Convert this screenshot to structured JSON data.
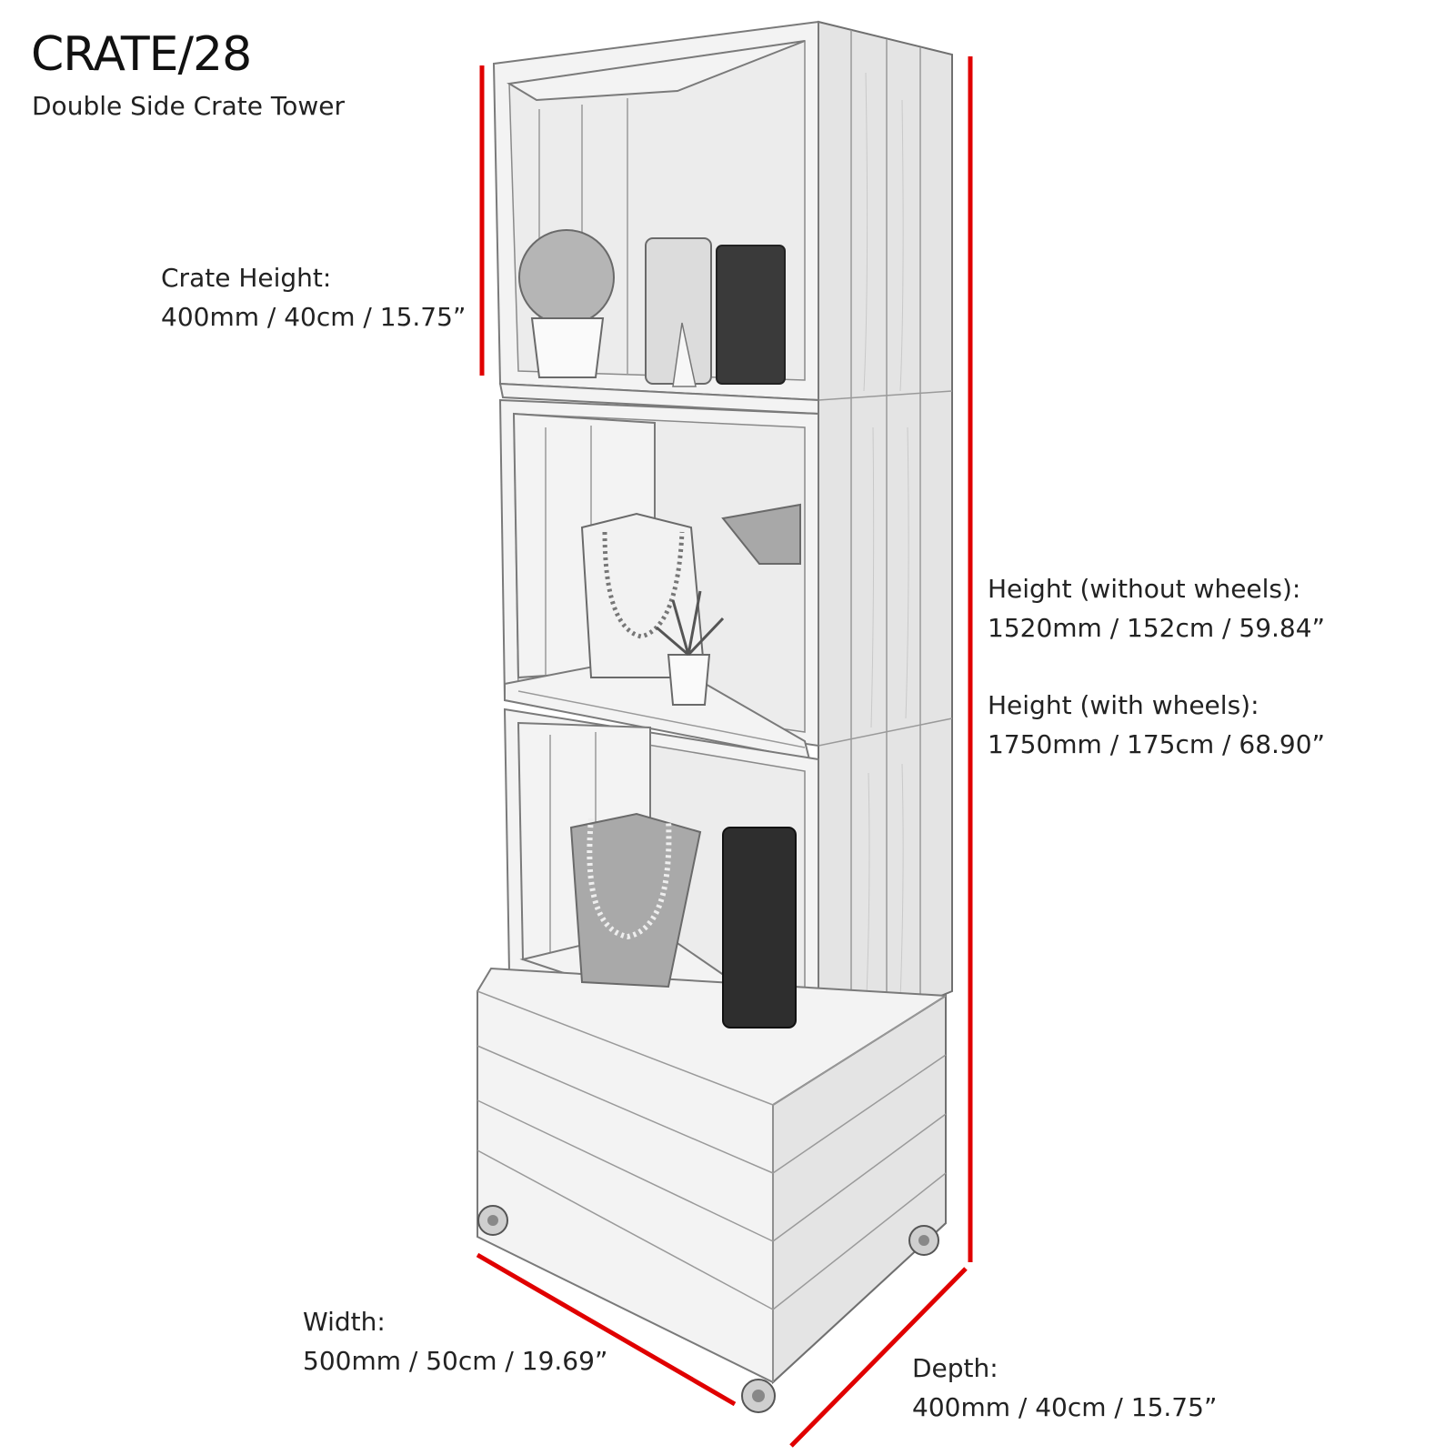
{
  "header": {
    "title": "CRATE/28",
    "subtitle": "Double Side Crate Tower"
  },
  "dimensions": {
    "crate_height": {
      "label": "Crate Height:",
      "value": "400mm / 40cm / 15.75”"
    },
    "height_without_wheels": {
      "label": "Height (without wheels):",
      "value": "1520mm / 152cm / 59.84”"
    },
    "height_with_wheels": {
      "label": "Height (with wheels):",
      "value": "1750mm / 175cm / 68.90”"
    },
    "width": {
      "label": "Width:",
      "value": "500mm / 50cm / 19.69”"
    },
    "depth": {
      "label": "Depth:",
      "value": "400mm / 40cm / 15.75”"
    }
  },
  "colors": {
    "dimension_line": "#e00000",
    "text": "#222222",
    "wood": "#f3f3f3"
  }
}
